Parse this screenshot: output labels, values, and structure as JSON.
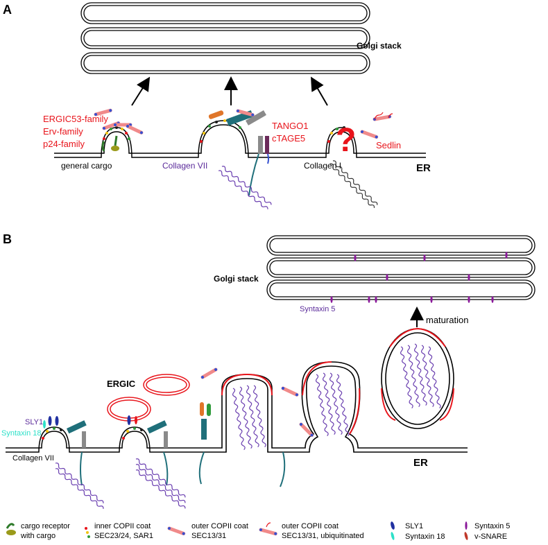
{
  "panel_a": {
    "label": "A",
    "golgi_label": "Golgi stack",
    "receptor_labels": [
      "ERGIC53-family",
      "Erv-family",
      "p24-family"
    ],
    "general_cargo": "general cargo",
    "collagen_vii": "Collagen VII",
    "tango1": "TANGO1",
    "ctage5": "cTAGE5",
    "collagen_i": "Collagen I",
    "question": "?",
    "sedlin": "Sedlin",
    "er": "ER"
  },
  "panel_b": {
    "label": "B",
    "golgi_label": "Golgi stack",
    "syntaxin5": "Syntaxin 5",
    "maturation": "maturation",
    "ergic": "ERGIC",
    "sly1": "SLY1",
    "syntaxin18": "Syntaxin 18",
    "collagen_vii": "Collagen VII",
    "er": "ER"
  },
  "legend": {
    "cargo_receptor": [
      "cargo receptor",
      "with cargo"
    ],
    "inner_coat": [
      "inner COPII coat",
      "SEC23/24, SAR1"
    ],
    "outer_coat": [
      "outer COPII coat",
      "SEC13/31"
    ],
    "outer_coat_ub": [
      "outer COPII coat",
      "SEC13/31, ubiquitinated"
    ],
    "sly1": "SLY1",
    "syntaxin18": "Syntaxin 18",
    "syntaxin5": "Syntaxin 5",
    "vsnare": "v-SNARE"
  },
  "colors": {
    "red_text": "#e8141b",
    "purple_text": "#5a2a9a",
    "cyan_text": "#2de0c8",
    "ergic_red": "#e8141b",
    "outer_coat": "#f08a8a",
    "tango": "#1f6f7a",
    "collagen": "#6a3fb0"
  }
}
